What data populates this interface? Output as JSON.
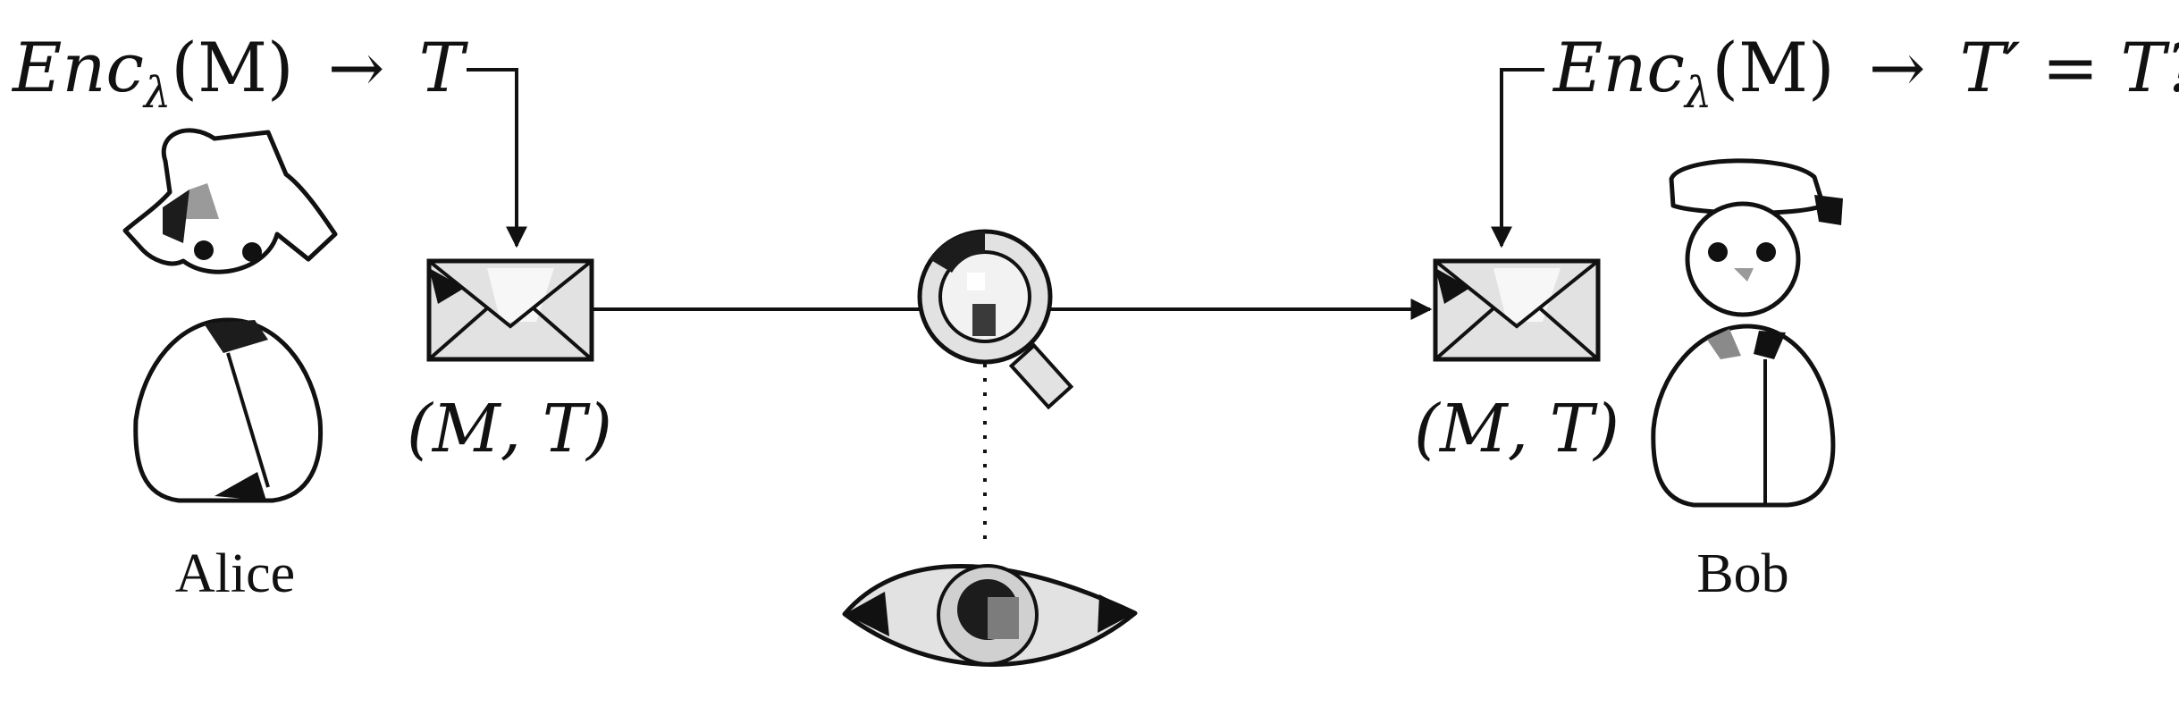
{
  "diagram": {
    "alice": {
      "name": "Alice",
      "formula": {
        "prefix": "Enc",
        "subscript": "λ",
        "args": "(M)",
        "arrow": "→",
        "result": "T"
      },
      "message_label": "(M, T)"
    },
    "bob": {
      "name": "Bob",
      "formula": {
        "prefix": "Enc",
        "subscript": "λ",
        "args": "(M)",
        "arrow": "→",
        "result": "T′ = T?"
      },
      "message_label": "(M, T)"
    },
    "icons": {
      "sender": "person-icon",
      "receiver": "person-with-cap-icon",
      "message": "envelope-icon",
      "inspector": "magnifying-glass-icon",
      "observer": "eye-icon"
    },
    "colors": {
      "ink": "#111111",
      "light": "#e2e2e2",
      "mid": "#9a9a9a",
      "dark": "#2a2a2a"
    }
  }
}
